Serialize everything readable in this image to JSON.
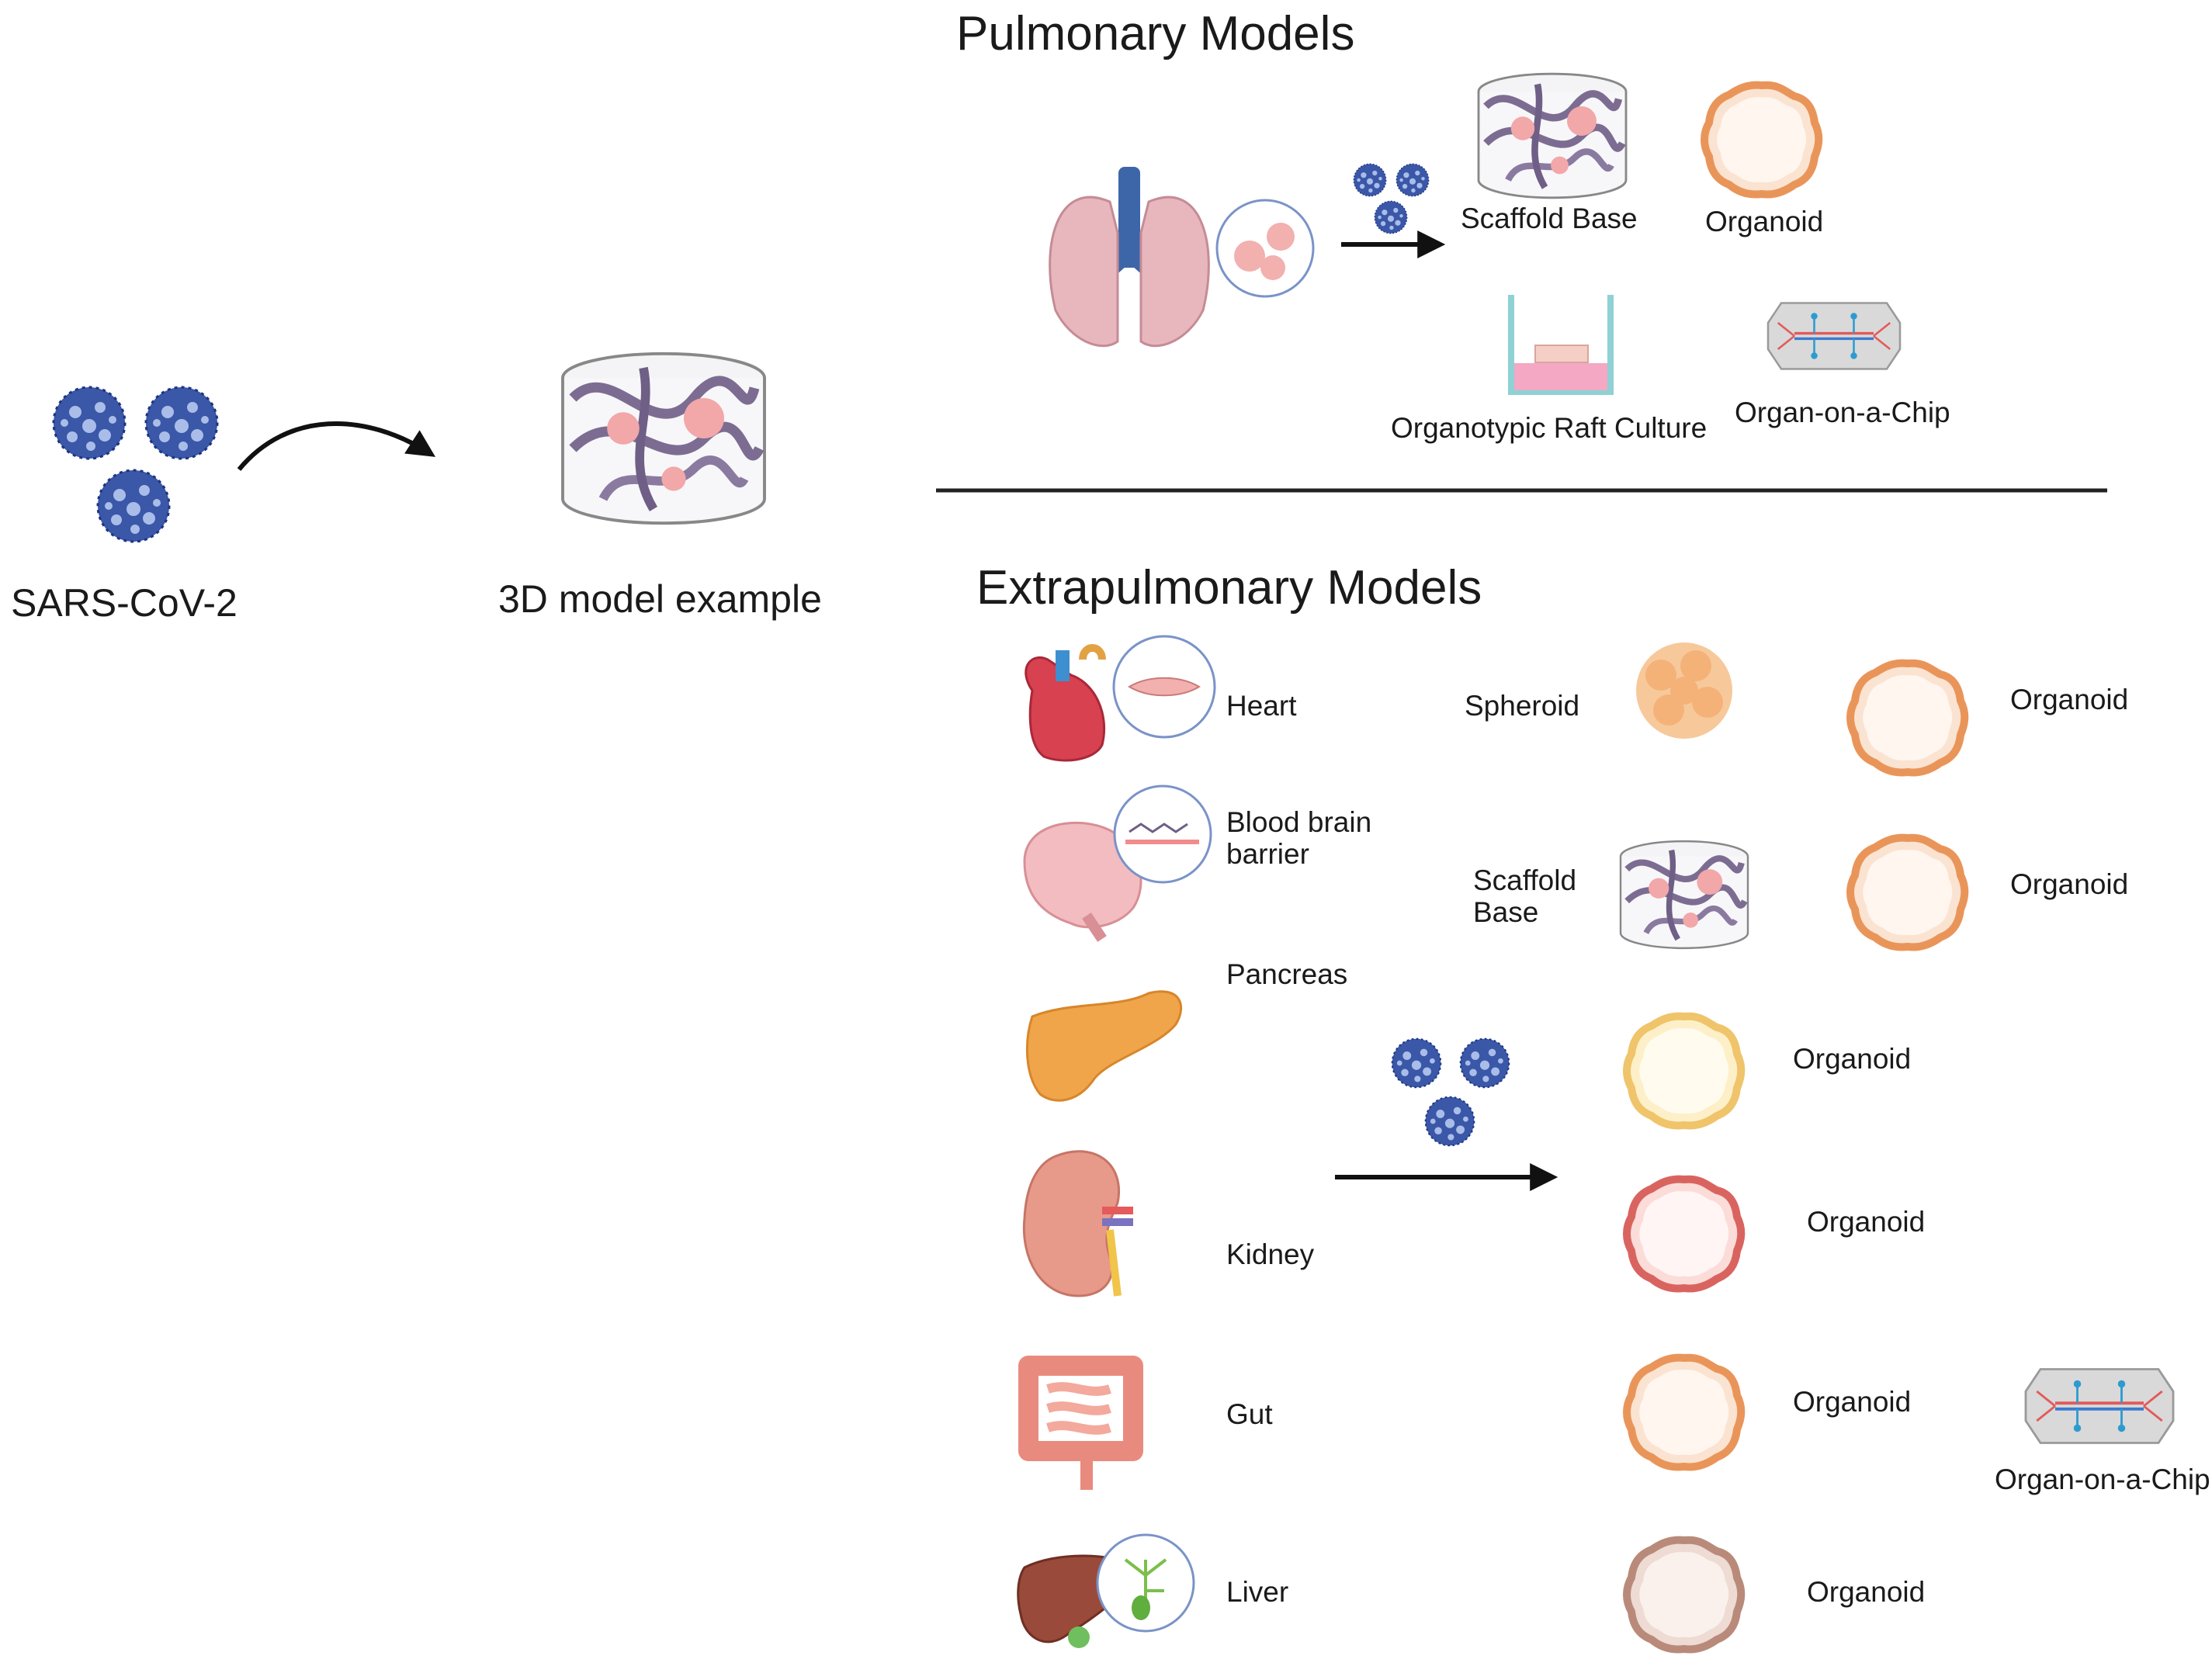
{
  "left": {
    "virus_label": "SARS-CoV-2",
    "model_label": "3D model example"
  },
  "pulmonary": {
    "title": "Pulmonary Models",
    "scaffold_label": "Scaffold Base",
    "organoid_label": "Organoid",
    "raft_label": "Organotypic Raft Culture",
    "chip_label": "Organ-on-a-Chip"
  },
  "extrapulmonary": {
    "title": "Extrapulmonary Models",
    "heart": {
      "organ": "Heart",
      "model_a": "Spheroid",
      "model_b": "Organoid"
    },
    "bbb": {
      "organ": "Blood brain barrier",
      "model_a": "Scaffold Base",
      "model_b": "Organoid"
    },
    "pancreas": {
      "organ": "Pancreas",
      "model": "Organoid"
    },
    "kidney": {
      "organ": "Kidney",
      "model": "Organoid"
    },
    "gut": {
      "organ": "Gut",
      "model": "Organoid",
      "chip": "Organ-on-a-Chip"
    },
    "liver": {
      "organ": "Liver",
      "model": "Organoid"
    }
  },
  "colors": {
    "virus": "#3a57a8",
    "arrow": "#111111",
    "divider": "#222222",
    "scaffold_fiber": "#7d6c92",
    "organoid_orange": "#e9955a",
    "organoid_yellow": "#efc46a",
    "organoid_red": "#d9645f",
    "organoid_brown": "#b98a7a",
    "lung": "#e8b7bd",
    "heart": "#d8414f",
    "brain": "#f2bcc0",
    "pancreas": "#f0a54b",
    "kidney": "#e79a8a",
    "gut": "#ef9d8e",
    "liver": "#9a4a3a"
  }
}
